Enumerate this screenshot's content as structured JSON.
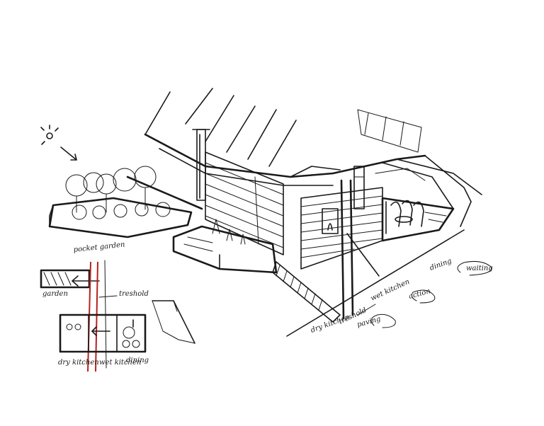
{
  "labels": {
    "pocket_garden": "pocket garden",
    "garden": "garden",
    "treshold_left": "treshold",
    "treshold_center": "treshold",
    "paving": "paving",
    "dry_kitchen_center": "dry kitchen",
    "wet_kitchen": "wet kitchen",
    "action": "action",
    "dining": "dining",
    "waiting": "waiting",
    "dry_kitchen_plan": "dry kitchen",
    "wet_kitchen_plan": "wet kitchen",
    "dining_plan": "dining"
  },
  "colors": {
    "ink": "#1a1a1a",
    "accent": "#b8201c",
    "paper": "#ffffff"
  },
  "icons": [
    "sun-icon",
    "direction-arrow-icon",
    "left-arrow-icon"
  ]
}
